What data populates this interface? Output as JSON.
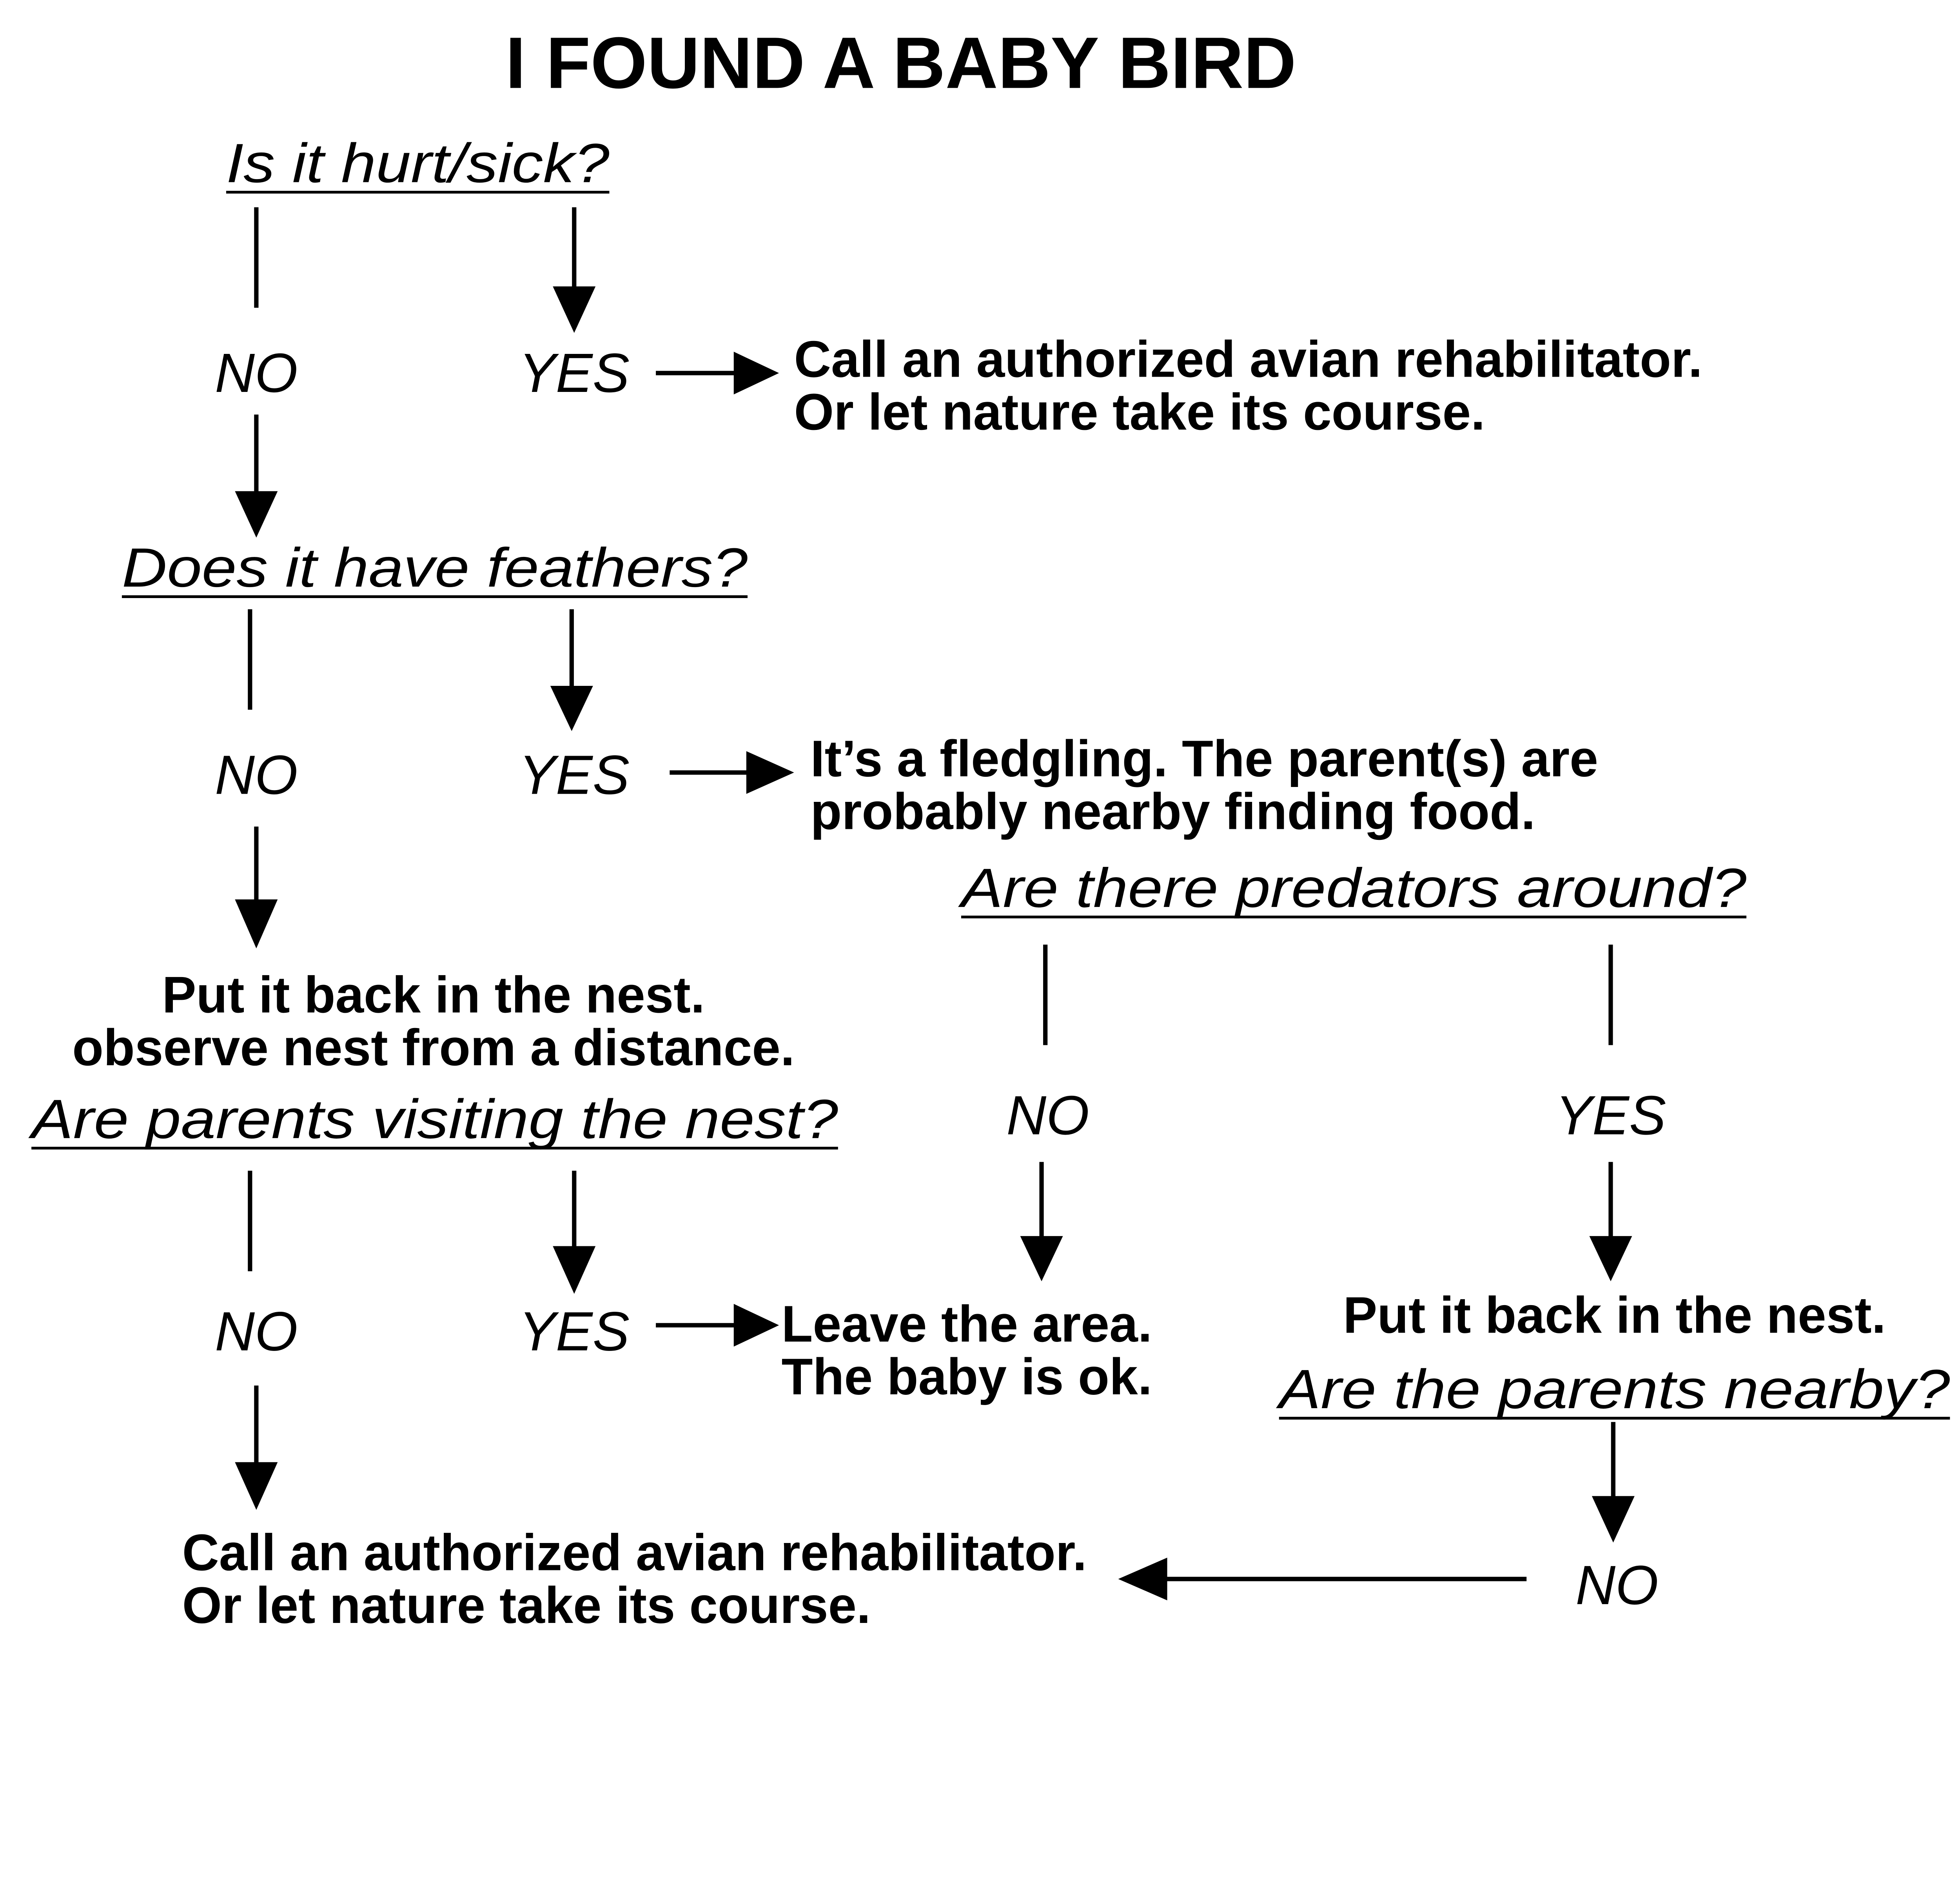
{
  "title": "I FOUND A BABY BIRD",
  "nodes": {
    "q_hurt": "Is it hurt/sick?",
    "q_feathers": "Does it have feathers?",
    "q_predators": "Are there predators around?",
    "q_parents_visiting": "Are parents visiting the nest?",
    "q_parents_nearby": "Are the parents nearby?",
    "a_rehab_1": [
      "Call an authorized avian rehabilitator.",
      "Or let nature take its course."
    ],
    "a_fledgling": [
      "It’s a fledgling. The parent(s) are",
      "probably nearby finding food."
    ],
    "a_put_back_observe": [
      "Put it back in the nest.",
      "observe nest from a distance."
    ],
    "a_leave": [
      "Leave the area.",
      "The baby is ok."
    ],
    "a_put_back": "Put it back in the nest.",
    "a_rehab_2": [
      "Call an authorized avian rehabilitator.",
      "Or let nature take its course."
    ]
  },
  "labels": {
    "no": "NO",
    "yes": "YES"
  }
}
